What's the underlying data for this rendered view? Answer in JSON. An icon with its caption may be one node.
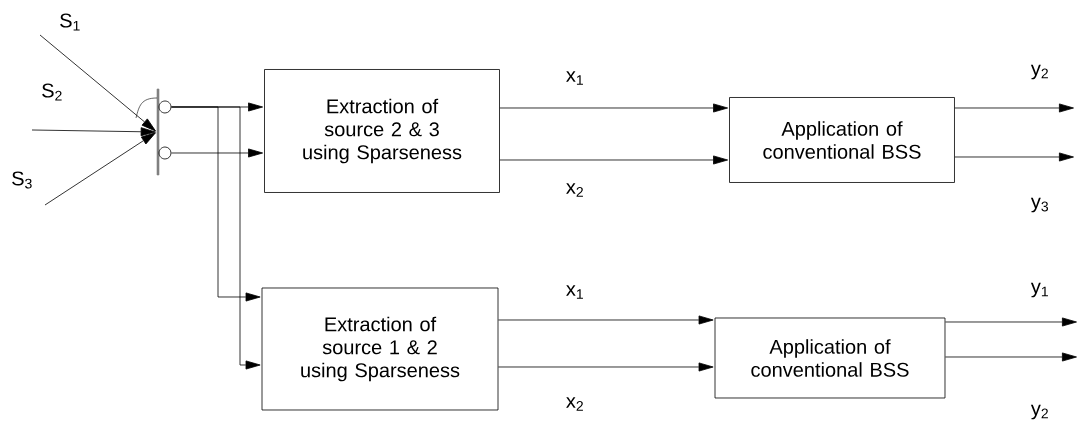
{
  "diagram": {
    "nodes": [
      {
        "text": [
          "S$_{1}$"
        ]
      },
      {
        "text": [
          "S$_{2}$"
        ]
      },
      {
        "text": [
          "S$_{3}$"
        ]
      },
      {
        "text": [],
        "shape": "bar"
      },
      {
        "text": [],
        "shape": "circle"
      },
      {
        "text": [],
        "shape": "circle"
      },
      {
        "text": [
          "Extraction of source 2 & 3 using Sparseness"
        ]
      },
      {
        "text": [
          "Application of conventional BSS"
        ]
      },
      {
        "text": [
          "Extraction of source 1 & 2 using Sparseness"
        ]
      },
      {
        "text": [
          "Application of conventional BSS"
        ]
      }
    ],
    "edges": [
      {
        "from": 0,
        "to": 3,
        "arrow": "to"
      },
      {
        "from": 1,
        "to": 3,
        "arrow": "to"
      },
      {
        "from": 2,
        "to": 3,
        "arrow": "to"
      },
      {
        "from": 4,
        "to": 6,
        "arrow": "to"
      },
      {
        "from": 5,
        "to": 6,
        "arrow": "to"
      },
      {
        "from": 4,
        "to": 8,
        "arrow": "to"
      },
      {
        "from": 4,
        "to": 8,
        "arrow": "to"
      },
      {
        "from": 6,
        "to": 7,
        "arrow": "to",
        "label": "x$_{1}$"
      },
      {
        "from": 6,
        "to": 7,
        "arrow": "to",
        "label": "x$_{2}$"
      },
      {
        "from": 7,
        "to": null,
        "arrow": "to",
        "label": "y$_{2}$"
      },
      {
        "from": 7,
        "to": null,
        "arrow": "to",
        "label": "y$_{3}$"
      },
      {
        "from": 8,
        "to": 9,
        "arrow": "to",
        "label": "x$_{1}$"
      },
      {
        "from": 8,
        "to": 9,
        "arrow": "to",
        "label": "x$_{2}$"
      },
      {
        "from": 9,
        "to": null,
        "arrow": "to",
        "label": "y$_{1}$"
      },
      {
        "from": 9,
        "to": null,
        "arrow": "to",
        "label": "y$_{2}$"
      }
    ]
  }
}
